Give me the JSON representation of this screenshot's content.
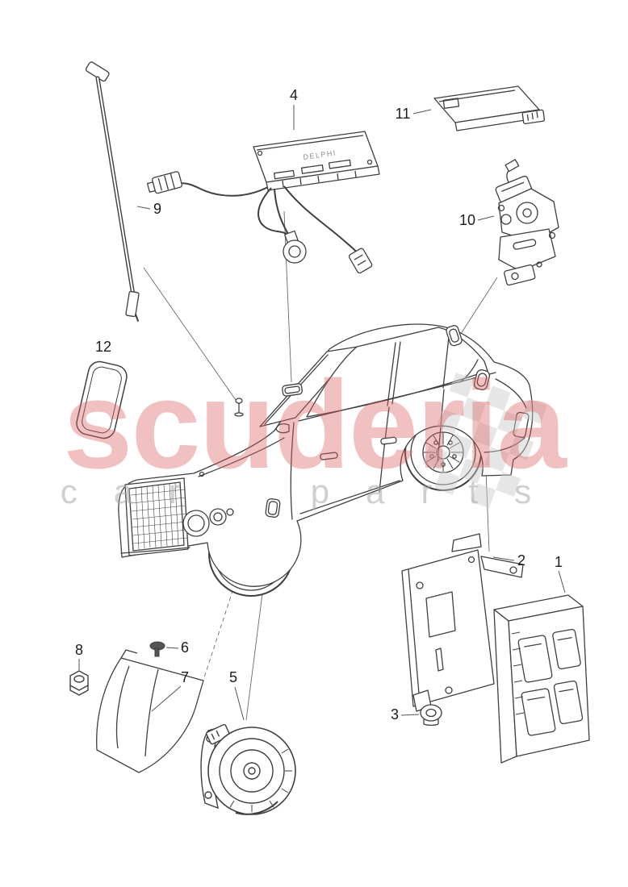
{
  "diagram": {
    "callouts": [
      {
        "number": "1"
      },
      {
        "number": "2"
      },
      {
        "number": "3"
      },
      {
        "number": "4"
      },
      {
        "number": "5"
      },
      {
        "number": "6"
      },
      {
        "number": "7"
      },
      {
        "number": "8"
      },
      {
        "number": "9"
      },
      {
        "number": "10"
      },
      {
        "number": "11"
      },
      {
        "number": "12"
      }
    ],
    "module_brand": "DELPHI"
  },
  "watermark": {
    "brand": "scuderia",
    "subtitle": "car parts",
    "brand_color": "#dd5c5c",
    "subtitle_color": "#a8a8a8",
    "flag_color": "#c9c9c9"
  }
}
